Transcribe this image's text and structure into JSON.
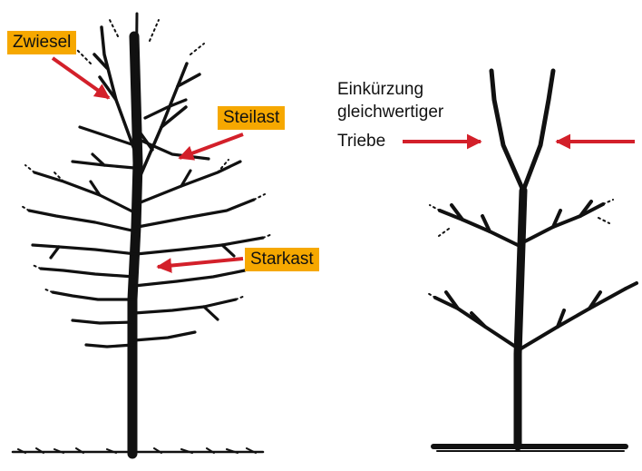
{
  "labels": {
    "zwiesel": "Zwiesel",
    "steilast": "Steilast",
    "starkast": "Starkast",
    "einkuerzung_line1": "Einkürzung",
    "einkuerzung_line2": "gleichwertiger",
    "einkuerzung_line3": "Triebe"
  },
  "colors": {
    "tag_background": "#f6a800",
    "arrow": "#d3202a",
    "branch": "#111111"
  }
}
